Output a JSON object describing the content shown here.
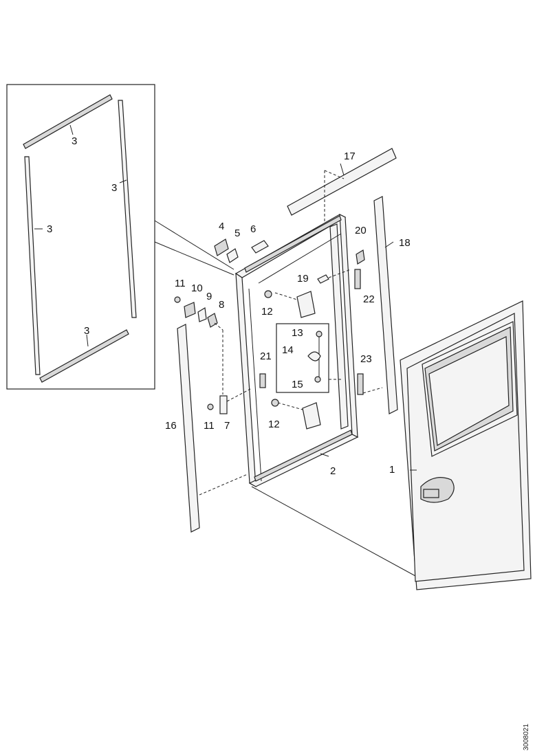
{
  "callouts": [
    "3",
    "3",
    "3",
    "3",
    "17",
    "4",
    "5",
    "6",
    "20",
    "18",
    "11",
    "10",
    "9",
    "8",
    "19",
    "22",
    "12",
    "13",
    "14",
    "15",
    "21",
    "23",
    "16",
    "11",
    "7",
    "12",
    "2",
    "1"
  ],
  "doc_id": "3008021"
}
